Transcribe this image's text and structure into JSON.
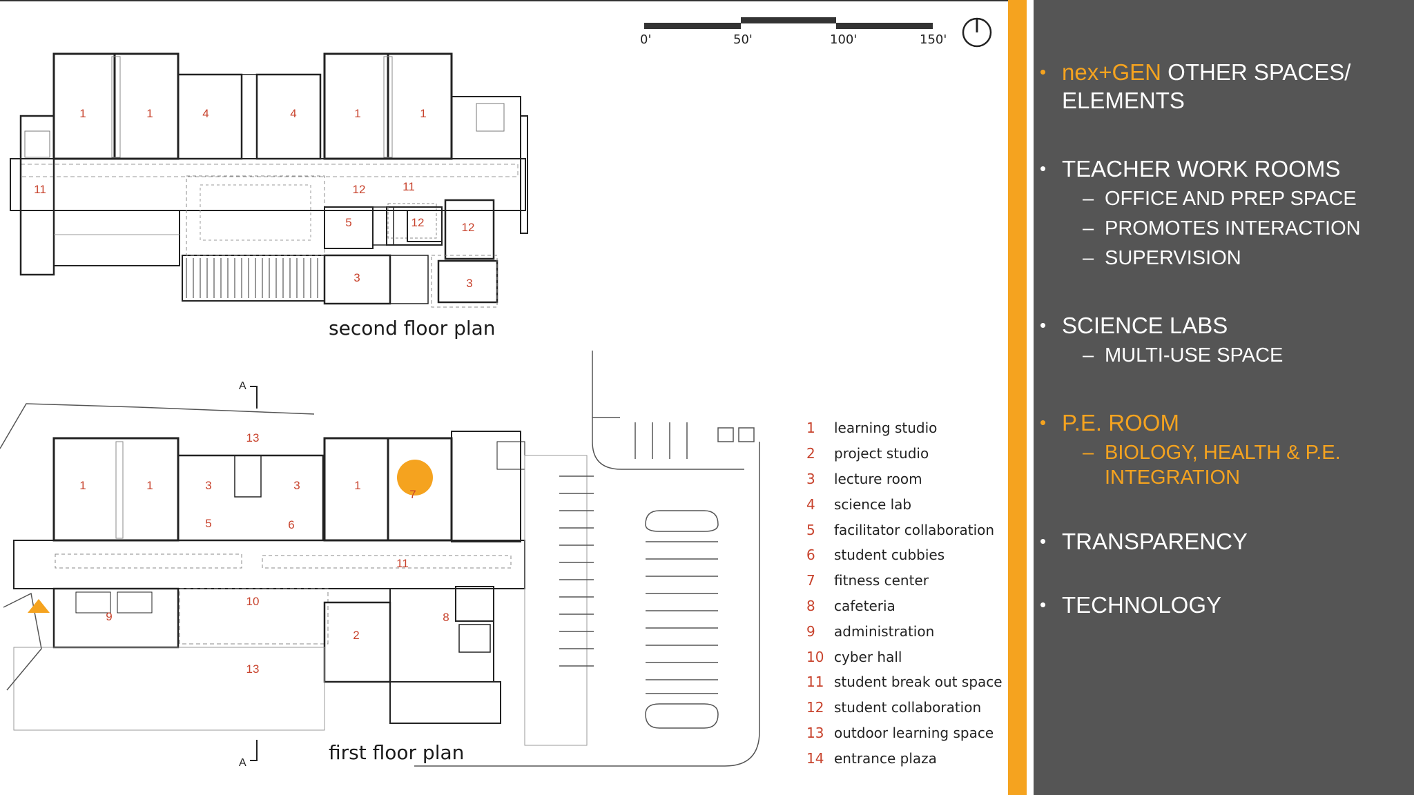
{
  "slide": {
    "colors": {
      "accent": "#f5a31f",
      "panel": "#555555",
      "room_number": "#c8432d",
      "text_light": "#ffffff"
    }
  },
  "plans": {
    "second_floor_label": "second floor plan",
    "first_floor_label": "first floor plan",
    "section_marker": "A",
    "scale_bar": {
      "ticks": [
        "0'",
        "50'",
        "100'",
        "150'"
      ]
    },
    "north_arrow_icon": "north-arrow",
    "second_floor_rooms": [
      "1",
      "1",
      "4",
      "4",
      "1",
      "1",
      "11",
      "12",
      "11",
      "5",
      "12",
      "12",
      "3",
      "3"
    ],
    "first_floor_rooms": [
      "13",
      "1",
      "1",
      "3",
      "3",
      "1",
      "7",
      "5",
      "6",
      "11",
      "10",
      "9",
      "8",
      "2",
      "13"
    ]
  },
  "legend": [
    {
      "num": "1",
      "label": "learning studio"
    },
    {
      "num": "2",
      "label": "project studio"
    },
    {
      "num": "3",
      "label": "lecture room"
    },
    {
      "num": "4",
      "label": "science lab"
    },
    {
      "num": "5",
      "label": "facilitator collaboration"
    },
    {
      "num": "6",
      "label": "student cubbies"
    },
    {
      "num": "7",
      "label": "fitness center"
    },
    {
      "num": "8",
      "label": "cafeteria"
    },
    {
      "num": "9",
      "label": "administration"
    },
    {
      "num": "10",
      "label": "cyber hall"
    },
    {
      "num": "11",
      "label": "student break out space"
    },
    {
      "num": "12",
      "label": "student collaboration"
    },
    {
      "num": "13",
      "label": "outdoor learning space"
    },
    {
      "num": "14",
      "label": "entrance plaza"
    }
  ],
  "bullets": {
    "b1_highlight": "nex+GEN",
    "b1_rest": " OTHER SPACES/ ELEMENTS",
    "b2": "TEACHER WORK ROOMS",
    "b2_sub1": "OFFICE AND PREP SPACE",
    "b2_sub2": "PROMOTES INTERACTION",
    "b2_sub3": "SUPERVISION",
    "b3": "SCIENCE LABS",
    "b3_sub1": "MULTI-USE SPACE",
    "b4": "P.E. ROOM",
    "b4_sub1": "BIOLOGY, HEALTH & P.E. INTEGRATION",
    "b5": "TRANSPARENCY",
    "b6": "TECHNOLOGY",
    "bullet_char": "•",
    "dash_char": "–"
  }
}
